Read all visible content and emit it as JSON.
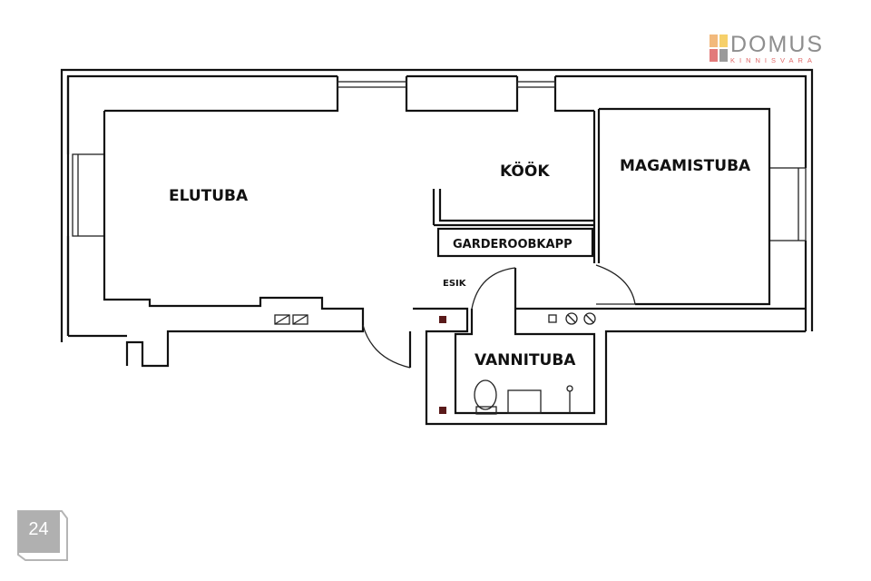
{
  "logo": {
    "name": "DOMUS",
    "subtitle": "KINNISVARA"
  },
  "page_badge": {
    "number": "24"
  },
  "rooms": {
    "elutuba": "ELUTUBA",
    "kook": "KÖÖK",
    "magamistuba": "MAGAMISTUBA",
    "garderoobkapp": "GARDEROOBKAPP",
    "esik": "ESIK",
    "vannituba": "VANNITUBA"
  }
}
